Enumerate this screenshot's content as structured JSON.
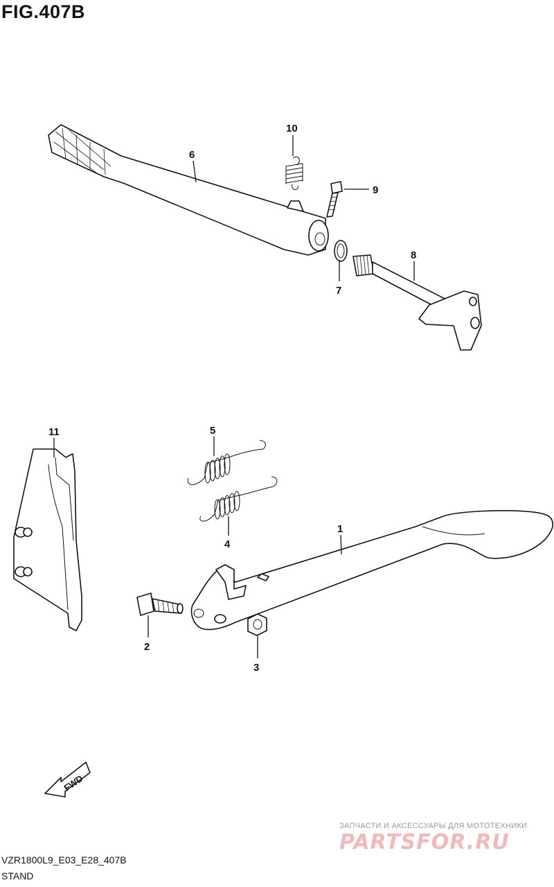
{
  "figure": {
    "title": "FIG.407B",
    "model_code": "VZR1800L9_E03_E28_407B",
    "section_name": "STAND"
  },
  "callouts": [
    {
      "id": "1",
      "label": "1"
    },
    {
      "id": "2",
      "label": "2"
    },
    {
      "id": "3",
      "label": "3"
    },
    {
      "id": "4",
      "label": "4"
    },
    {
      "id": "5",
      "label": "5"
    },
    {
      "id": "6",
      "label": "6"
    },
    {
      "id": "7",
      "label": "7"
    },
    {
      "id": "8",
      "label": "8"
    },
    {
      "id": "9",
      "label": "9"
    },
    {
      "id": "10",
      "label": "10"
    },
    {
      "id": "11",
      "label": "11"
    }
  ],
  "fwd_arrow": {
    "label": "FWD"
  },
  "watermark": {
    "line1": "ЗАПЧАСТИ И АКСЕССУАРЫ ДЛЯ МОТОТЕХНИКИ",
    "logo": "PARTSFOR.RU"
  }
}
